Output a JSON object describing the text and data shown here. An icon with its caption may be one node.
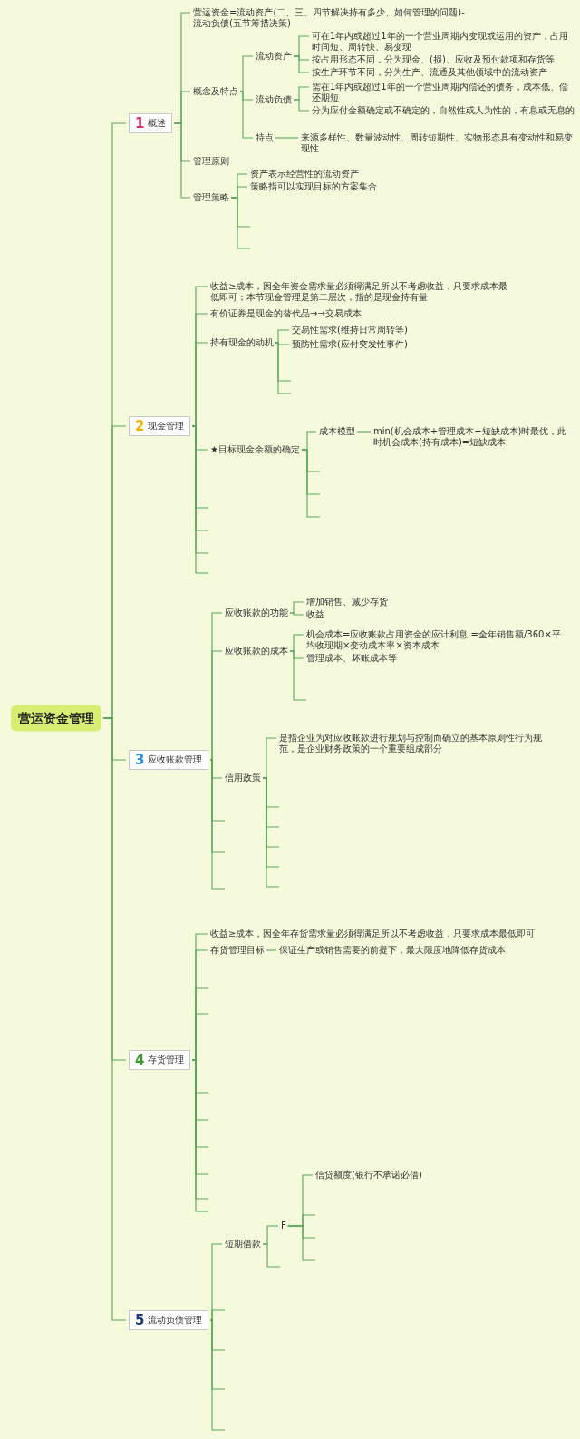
{
  "diagram": {
    "nodes": [
      {
        "text": [
          "营运资金管理"
        ]
      },
      {
        "text": [
          "1",
          "概述"
        ]
      },
      {
        "text": [
          "营运资金=流动资产(二、三、四节解决持有多少、如何管理的问题)-流动负债(五节筹措决策)"
        ]
      },
      {
        "text": [
          "概念及特点"
        ]
      },
      {
        "text": [
          "流动资产"
        ]
      },
      {
        "text": [
          "可在1年内或超过1年的一个营业周期内变现或运用的资产，占用时间短、周转快、易变现"
        ]
      },
      {
        "text": [
          "按占用形态不同，分为现金、(损)、应收及预付款项和存货等"
        ]
      },
      {
        "text": [
          "按生产环节不同，分为生产、流通及其他领域中的流动资产"
        ]
      },
      {
        "text": [
          "流动负债"
        ]
      },
      {
        "text": [
          "需在1年内或超过1年的一个营业周期内偿还的债务，成本低、偿还期短"
        ]
      },
      {
        "text": [
          "分为应付金额确定或不确定的，自然性或人为性的，有息或无息的"
        ]
      },
      {
        "text": [
          "特点"
        ]
      },
      {
        "text": [
          "来源多样性、数量波动性、周转短期性、实物形态具有变动性和易变现性"
        ]
      },
      {
        "text": [
          "管理原则"
        ]
      },
      {
        "text": [
          "管理策略"
        ]
      },
      {
        "text": [
          "资产表示经营性的流动资产"
        ]
      },
      {
        "text": [
          "策略指可以实现目标的方案集合"
        ]
      },
      {
        "text": [
          "2",
          "现金管理"
        ]
      },
      {
        "text": [
          "收益≥成本，因全年资金需求量必须得满足所以不考虑收益，只要求成本最低即可；本节现金管理是第二层次，指的是现金持有量"
        ]
      },
      {
        "text": [
          "有价证券是现金的替代品→→交易成本"
        ]
      },
      {
        "text": [
          "持有现金的动机"
        ]
      },
      {
        "text": [
          "交易性需求(维持日常周转等)"
        ]
      },
      {
        "text": [
          "预防性需求(应付突发性事件)"
        ]
      },
      {
        "text": [
          "★目标现金余额的确定"
        ]
      },
      {
        "text": [
          "成本模型"
        ]
      },
      {
        "text": [
          "min(机会成本+管理成本+短缺成本)时最优，此时机会成本(持有成本)=短缺成本"
        ]
      },
      {
        "text": [
          "3",
          "应收账款管理"
        ]
      },
      {
        "text": [
          "应收账款的功能"
        ]
      },
      {
        "text": [
          "增加销售、减少存货"
        ]
      },
      {
        "text": [
          "收益"
        ]
      },
      {
        "text": [
          "应收账款的成本"
        ]
      },
      {
        "text": [
          "机会成本=应收账款占用资金的应计利息 =全年销售额/360×平均收现期×变动成本率×资本成本"
        ]
      },
      {
        "text": [
          "管理成本、坏账成本等"
        ]
      },
      {
        "text": [
          "信用政策"
        ]
      },
      {
        "text": [
          "是指企业为对应收账款进行规划与控制而确立的基本原则性行为规范，是企业财务政策的一个重要组成部分"
        ]
      },
      {
        "text": [
          "4",
          "存货管理"
        ]
      },
      {
        "text": [
          "收益≥成本，因全年存货需求量必须得满足所以不考虑收益，只要求成本最低即可"
        ]
      },
      {
        "text": [
          "存货管理目标"
        ]
      },
      {
        "text": [
          "保证生产或销售需要的前提下，最大限度地降低存货成本"
        ]
      },
      {
        "text": [
          "5",
          "流动负债管理"
        ]
      },
      {
        "text": [
          "短期借款"
        ]
      },
      {
        "text": [
          "F"
        ]
      },
      {
        "text": [
          "信贷额度(银行不承诺必借)"
        ]
      }
    ],
    "edges": [
      {
        "from": 0,
        "to": 1,
        "arrow": "none"
      },
      {
        "from": 0,
        "to": 17,
        "arrow": "none"
      },
      {
        "from": 0,
        "to": 26,
        "arrow": "none"
      },
      {
        "from": 0,
        "to": 35,
        "arrow": "none"
      },
      {
        "from": 0,
        "to": 39,
        "arrow": "none"
      },
      {
        "from": 1,
        "to": 2,
        "arrow": "none"
      },
      {
        "from": 1,
        "to": 3,
        "arrow": "none"
      },
      {
        "from": 1,
        "to": 13,
        "arrow": "none"
      },
      {
        "from": 1,
        "to": 14,
        "arrow": "none"
      },
      {
        "from": 3,
        "to": 4,
        "arrow": "none"
      },
      {
        "from": 3,
        "to": 8,
        "arrow": "none"
      },
      {
        "from": 3,
        "to": 11,
        "arrow": "none"
      },
      {
        "from": 4,
        "to": 5,
        "arrow": "none"
      },
      {
        "from": 4,
        "to": 6,
        "arrow": "none"
      },
      {
        "from": 4,
        "to": 7,
        "arrow": "none"
      },
      {
        "from": 8,
        "to": 9,
        "arrow": "none"
      },
      {
        "from": 8,
        "to": 10,
        "arrow": "none"
      },
      {
        "from": 11,
        "to": 12,
        "arrow": "none"
      },
      {
        "from": 14,
        "to": 15,
        "arrow": "none"
      },
      {
        "from": 14,
        "to": 16,
        "arrow": "none"
      },
      {
        "from": 14,
        "to": null,
        "arrow": "none"
      },
      {
        "from": 14,
        "to": null,
        "arrow": "none"
      },
      {
        "from": 17,
        "to": 18,
        "arrow": "none"
      },
      {
        "from": 17,
        "to": 19,
        "arrow": "none"
      },
      {
        "from": 17,
        "to": 20,
        "arrow": "none"
      },
      {
        "from": 17,
        "to": 23,
        "arrow": "none"
      },
      {
        "from": 17,
        "to": null,
        "arrow": "none"
      },
      {
        "from": 17,
        "to": null,
        "arrow": "none"
      },
      {
        "from": 17,
        "to": null,
        "arrow": "none"
      },
      {
        "from": 17,
        "to": null,
        "arrow": "none"
      },
      {
        "from": 20,
        "to": 21,
        "arrow": "none"
      },
      {
        "from": 20,
        "to": 22,
        "arrow": "none"
      },
      {
        "from": 20,
        "to": null,
        "arrow": "none"
      },
      {
        "from": 20,
        "to": null,
        "arrow": "none"
      },
      {
        "from": 23,
        "to": 24,
        "arrow": "none"
      },
      {
        "from": 23,
        "to": null,
        "arrow": "none"
      },
      {
        "from": 23,
        "to": null,
        "arrow": "none"
      },
      {
        "from": 23,
        "to": null,
        "arrow": "none"
      },
      {
        "from": 24,
        "to": 25,
        "arrow": "none"
      },
      {
        "from": 26,
        "to": 27,
        "arrow": "none"
      },
      {
        "from": 26,
        "to": 30,
        "arrow": "none"
      },
      {
        "from": 26,
        "to": 33,
        "arrow": "none"
      },
      {
        "from": 26,
        "to": null,
        "arrow": "none"
      },
      {
        "from": 26,
        "to": null,
        "arrow": "none"
      },
      {
        "from": 26,
        "to": null,
        "arrow": "none"
      },
      {
        "from": 27,
        "to": 28,
        "arrow": "none"
      },
      {
        "from": 27,
        "to": 29,
        "arrow": "none"
      },
      {
        "from": 30,
        "to": 31,
        "arrow": "none"
      },
      {
        "from": 30,
        "to": 32,
        "arrow": "none"
      },
      {
        "from": 30,
        "to": null,
        "arrow": "none"
      },
      {
        "from": 33,
        "to": 34,
        "arrow": "none"
      },
      {
        "from": 33,
        "to": null,
        "arrow": "none"
      },
      {
        "from": 33,
        "to": null,
        "arrow": "none"
      },
      {
        "from": 33,
        "to": null,
        "arrow": "none"
      },
      {
        "from": 33,
        "to": null,
        "arrow": "none"
      },
      {
        "from": 33,
        "to": null,
        "arrow": "none"
      },
      {
        "from": 35,
        "to": 36,
        "arrow": "none"
      },
      {
        "from": 35,
        "to": 37,
        "arrow": "none"
      },
      {
        "from": 35,
        "to": null,
        "arrow": "none"
      },
      {
        "from": 35,
        "to": null,
        "arrow": "none"
      },
      {
        "from": 35,
        "to": null,
        "arrow": "none"
      },
      {
        "from": 35,
        "to": null,
        "arrow": "none"
      },
      {
        "from": 35,
        "to": null,
        "arrow": "none"
      },
      {
        "from": 35,
        "to": null,
        "arrow": "none"
      },
      {
        "from": 35,
        "to": null,
        "arrow": "none"
      },
      {
        "from": 35,
        "to": null,
        "arrow": "none"
      },
      {
        "from": 37,
        "to": 38,
        "arrow": "none"
      },
      {
        "from": 39,
        "to": 40,
        "arrow": "none"
      },
      {
        "from": 39,
        "to": null,
        "arrow": "none"
      },
      {
        "from": 39,
        "to": null,
        "arrow": "none"
      },
      {
        "from": 39,
        "to": null,
        "arrow": "none"
      },
      {
        "from": 39,
        "to": null,
        "arrow": "none"
      },
      {
        "from": 40,
        "to": 41,
        "arrow": "none"
      },
      {
        "from": 40,
        "to": null,
        "arrow": "none"
      },
      {
        "from": 41,
        "to": 42,
        "arrow": "none"
      },
      {
        "from": 41,
        "to": null,
        "arrow": "none"
      },
      {
        "from": 41,
        "to": null,
        "arrow": "none"
      },
      {
        "from": 41,
        "to": null,
        "arrow": "none"
      }
    ]
  }
}
